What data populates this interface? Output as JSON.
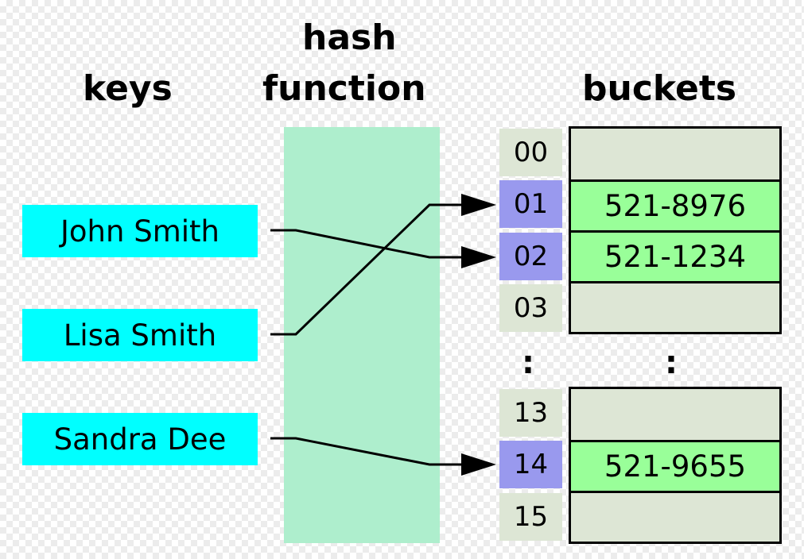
{
  "headings": {
    "keys": "keys",
    "hash_line1": "hash",
    "hash_line2": "function",
    "buckets": "buckets"
  },
  "keys": [
    {
      "label": "John Smith",
      "target_index": "02"
    },
    {
      "label": "Lisa Smith",
      "target_index": "01"
    },
    {
      "label": "Sandra Dee",
      "target_index": "14"
    }
  ],
  "indices_top": [
    "00",
    "01",
    "02",
    "03"
  ],
  "indices_bottom": [
    "13",
    "14",
    "15"
  ],
  "buckets_top": [
    "",
    "521-8976",
    "521-1234",
    ""
  ],
  "buckets_bottom": [
    "",
    "521-9655",
    ""
  ],
  "ellipsis": ":",
  "colors": {
    "key_box": "#00ffff",
    "hash_column": "#aeeecd",
    "index_cell": "#dde6d5",
    "index_hit": "#9999ee",
    "bucket_empty": "#dde6d5",
    "bucket_filled": "#99ff99"
  }
}
